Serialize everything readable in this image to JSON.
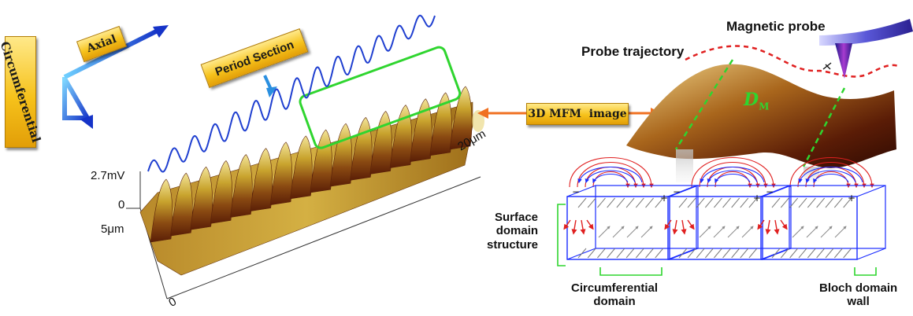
{
  "left": {
    "axial_label": "Axial",
    "circumferential_label": "Circumferential",
    "period_section_label": "Period Section",
    "axis_scale_top": "2.7mV",
    "axis_zero_left": "0",
    "axis_5um": "5μm",
    "axis_zero_bottom": "0",
    "axis_20um": "20μm"
  },
  "center": {
    "mfm_label": "3D MFM  image"
  },
  "right": {
    "magnetic_probe_label": "Magnetic probe",
    "probe_trajectory_label": "Probe trajectory",
    "dm_label": "D",
    "dm_sub": "M",
    "surface_domain_label": "Surface\ndomain\nstructure",
    "circumferential_domain_label": "Circumferential\ndomain",
    "bloch_wall_label": "Bloch domain\nwall"
  },
  "colors": {
    "signal_line": "#1f3fd0",
    "highlight_box": "#2fd52f",
    "probe_path": "#e02020",
    "domain_box": "#1a2cff",
    "arrow_orange": "#f07020"
  }
}
